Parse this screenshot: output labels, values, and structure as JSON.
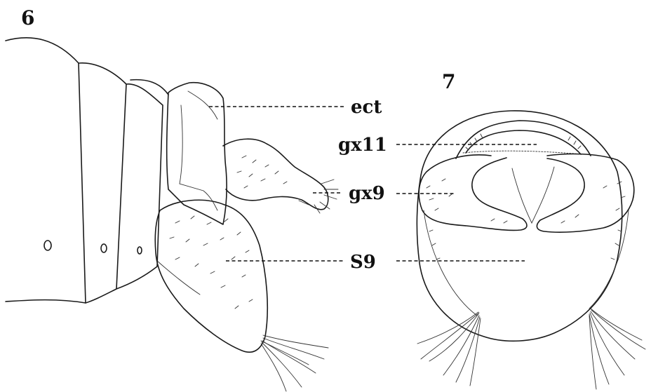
{
  "figures": [
    {
      "number": "6",
      "labels": [
        "ect",
        "gx9",
        "S9"
      ]
    },
    {
      "number": "7",
      "labels": [
        "gx11",
        "gx9",
        "S9"
      ]
    }
  ]
}
